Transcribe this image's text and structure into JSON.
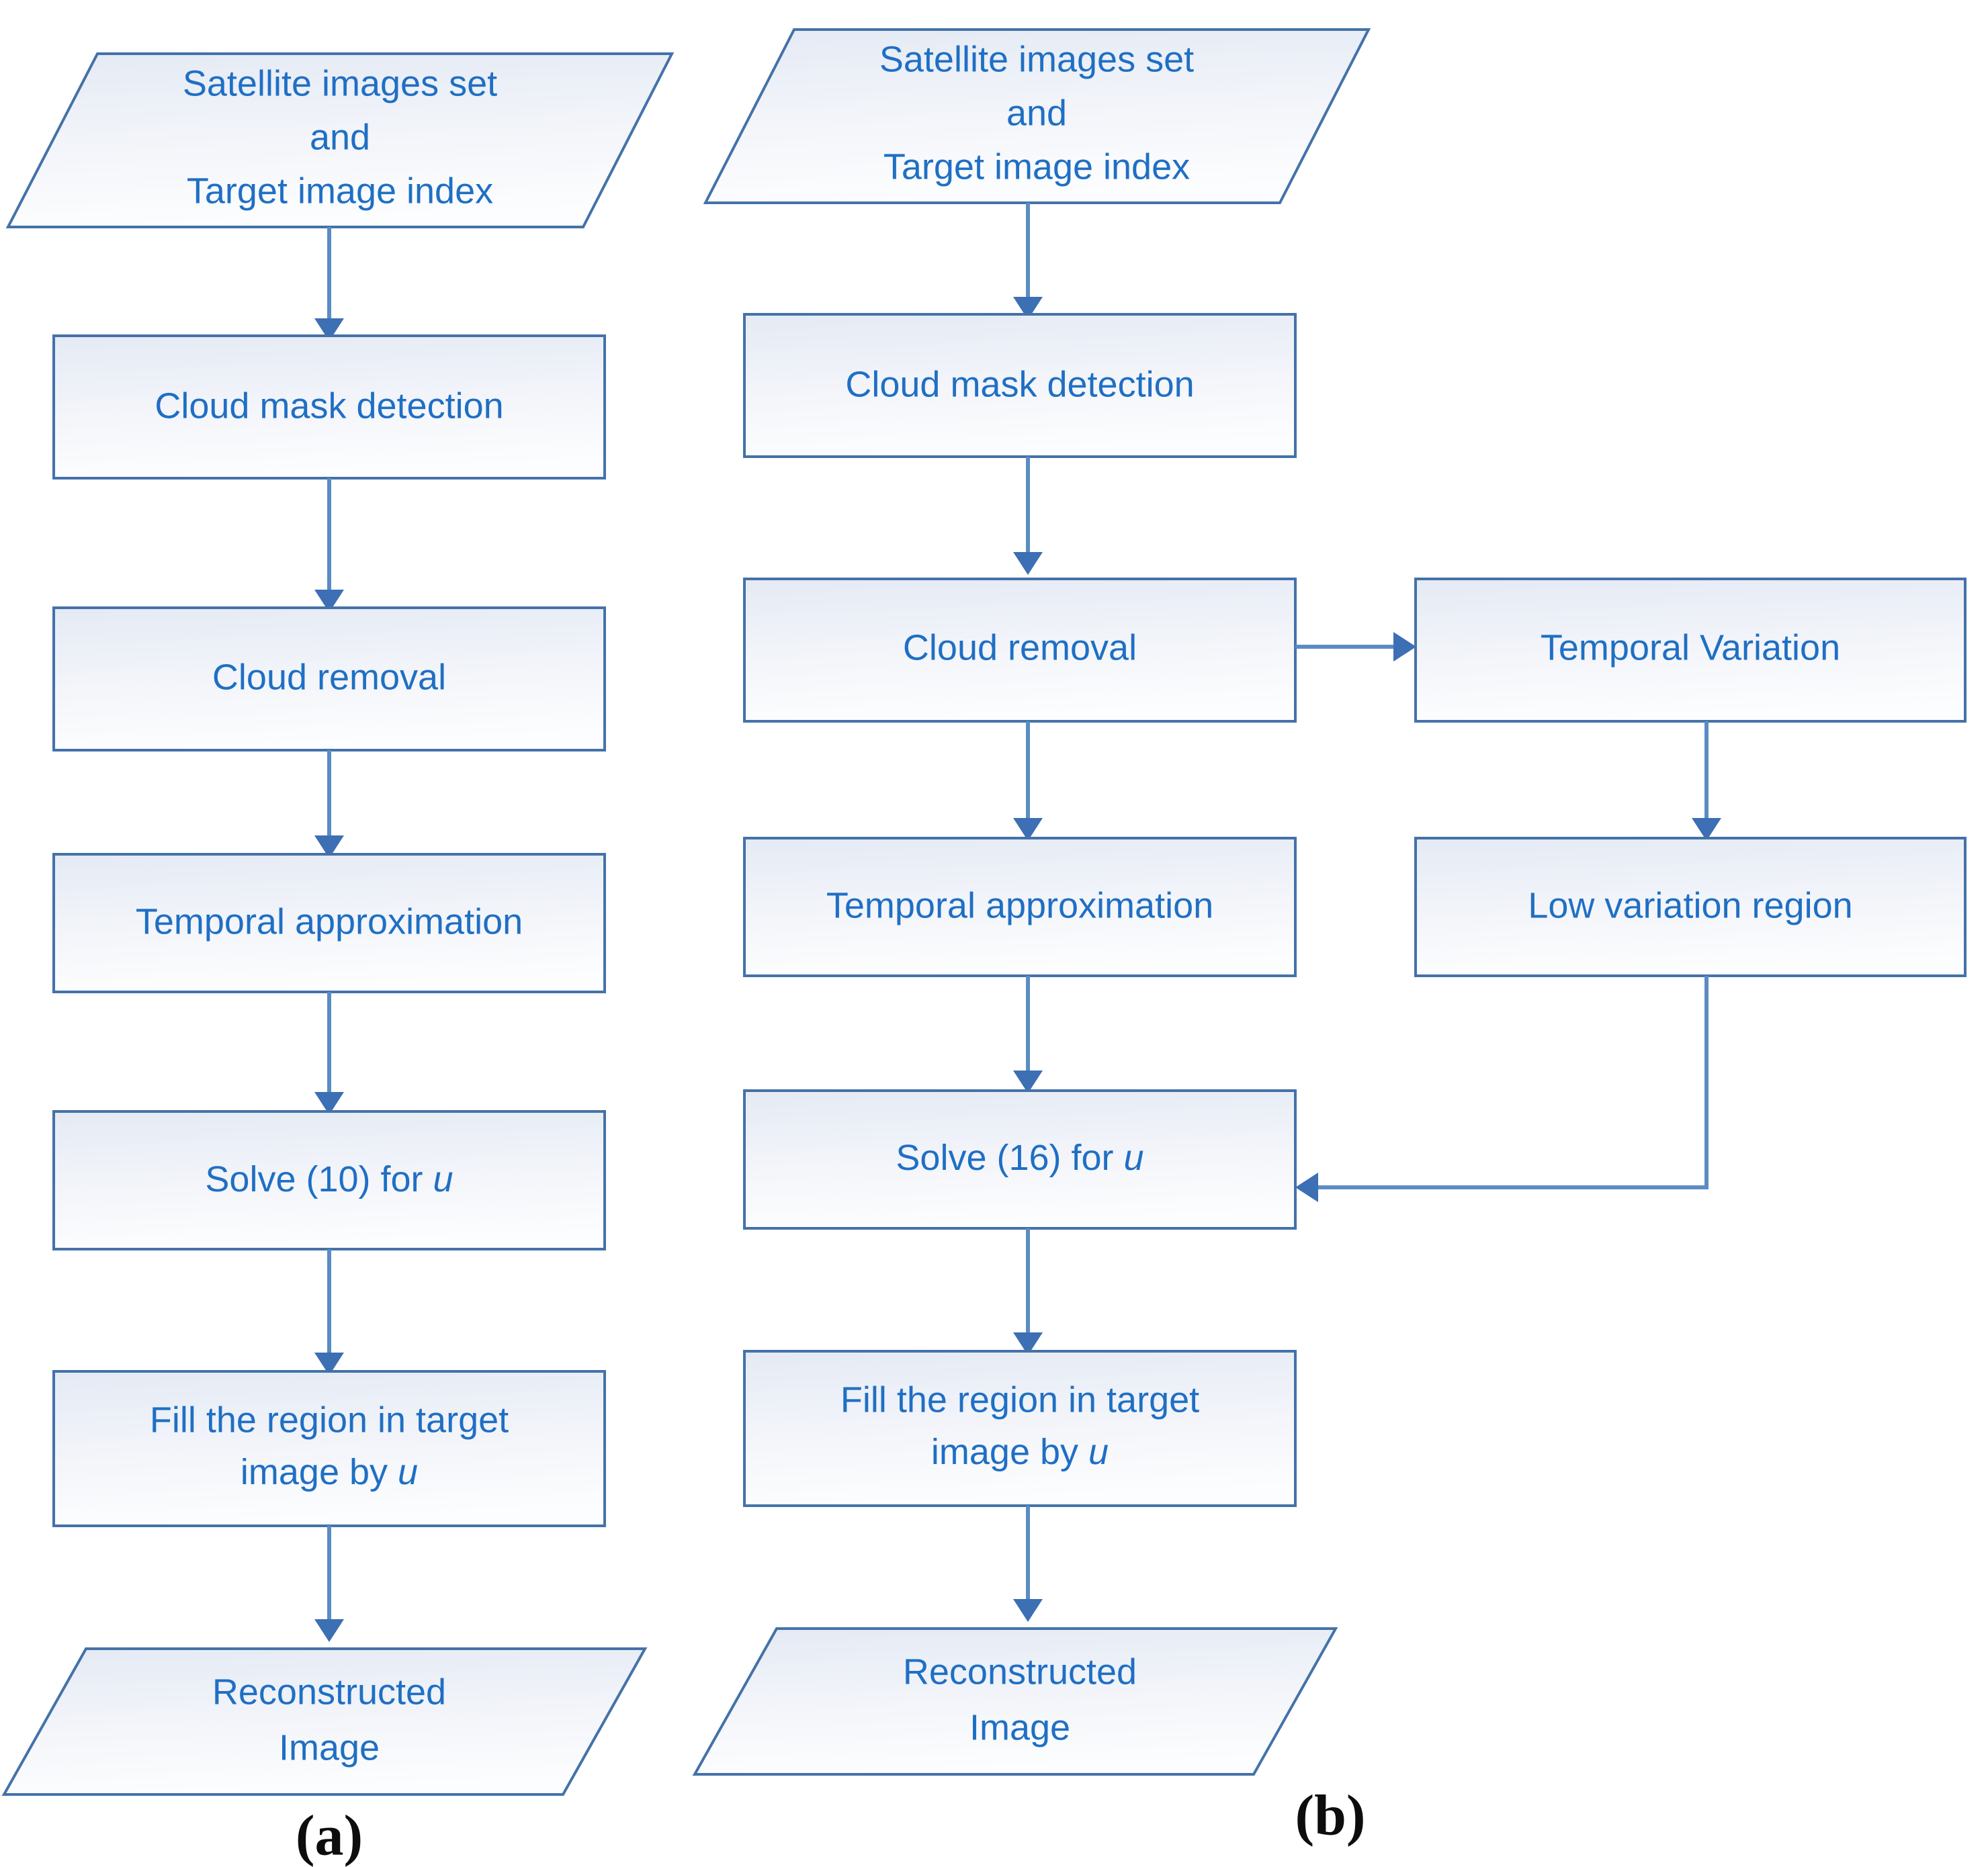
{
  "figure": {
    "type": "flowchart",
    "panels": [
      {
        "id": "panel-a",
        "label": "(a)",
        "nodes": [
          {
            "id": "a-input",
            "shape": "parallelogram",
            "lines": [
              "Satellite images set",
              "and",
              "Target image index"
            ]
          },
          {
            "id": "a-cmd",
            "shape": "rectangle",
            "lines": [
              "Cloud mask detection"
            ]
          },
          {
            "id": "a-cr",
            "shape": "rectangle",
            "lines": [
              "Cloud removal"
            ]
          },
          {
            "id": "a-ta",
            "shape": "rectangle",
            "lines": [
              "Temporal approximation"
            ]
          },
          {
            "id": "a-solve",
            "shape": "rectangle",
            "lines": [
              "Solve (10) for u"
            ],
            "italic_tail": "u"
          },
          {
            "id": "a-fill",
            "shape": "rectangle",
            "lines": [
              "Fill the region in target",
              "image by u"
            ],
            "italic_tail": "u"
          },
          {
            "id": "a-output",
            "shape": "parallelogram",
            "lines": [
              "Reconstructed",
              "Image"
            ]
          }
        ],
        "edges": [
          {
            "from": "a-input",
            "to": "a-cmd",
            "kind": "vertical"
          },
          {
            "from": "a-cmd",
            "to": "a-cr",
            "kind": "vertical"
          },
          {
            "from": "a-cr",
            "to": "a-ta",
            "kind": "vertical"
          },
          {
            "from": "a-ta",
            "to": "a-solve",
            "kind": "vertical"
          },
          {
            "from": "a-solve",
            "to": "a-fill",
            "kind": "vertical"
          },
          {
            "from": "a-fill",
            "to": "a-output",
            "kind": "vertical"
          }
        ]
      },
      {
        "id": "panel-b",
        "label": "(b)",
        "nodes": [
          {
            "id": "b-input",
            "shape": "parallelogram",
            "lines": [
              "Satellite images set",
              "and",
              "Target image index"
            ]
          },
          {
            "id": "b-cmd",
            "shape": "rectangle",
            "lines": [
              "Cloud mask detection"
            ]
          },
          {
            "id": "b-cr",
            "shape": "rectangle",
            "lines": [
              "Cloud removal"
            ]
          },
          {
            "id": "b-tv",
            "shape": "rectangle",
            "lines": [
              "Temporal Variation"
            ]
          },
          {
            "id": "b-ta",
            "shape": "rectangle",
            "lines": [
              "Temporal approximation"
            ]
          },
          {
            "id": "b-lvr",
            "shape": "rectangle",
            "lines": [
              "Low variation region"
            ]
          },
          {
            "id": "b-solve",
            "shape": "rectangle",
            "lines": [
              "Solve (16) for u"
            ],
            "italic_tail": "u"
          },
          {
            "id": "b-fill",
            "shape": "rectangle",
            "lines": [
              "Fill the region in target",
              "image by u"
            ],
            "italic_tail": "u"
          },
          {
            "id": "b-output",
            "shape": "parallelogram",
            "lines": [
              "Reconstructed",
              "Image"
            ]
          }
        ],
        "edges": [
          {
            "from": "b-input",
            "to": "b-cmd",
            "kind": "vertical"
          },
          {
            "from": "b-cmd",
            "to": "b-cr",
            "kind": "vertical"
          },
          {
            "from": "b-cr",
            "to": "b-ta",
            "kind": "vertical"
          },
          {
            "from": "b-cr",
            "to": "b-tv",
            "kind": "horizontal-right"
          },
          {
            "from": "b-tv",
            "to": "b-lvr",
            "kind": "vertical"
          },
          {
            "from": "b-ta",
            "to": "b-solve",
            "kind": "vertical"
          },
          {
            "from": "b-lvr",
            "to": "b-solve",
            "kind": "elbow-down-left"
          },
          {
            "from": "b-solve",
            "to": "b-fill",
            "kind": "vertical"
          },
          {
            "from": "b-fill",
            "to": "b-output",
            "kind": "vertical"
          }
        ]
      }
    ]
  },
  "text": {
    "satellite_images_set": "Satellite images set",
    "and": "and",
    "target_image_index": "Target image index",
    "cloud_mask_detection": "Cloud mask detection",
    "cloud_removal": "Cloud removal",
    "temporal_approximation": "Temporal approximation",
    "temporal_variation": "Temporal Variation",
    "low_variation_region": "Low variation region",
    "solve_10_for": "Solve (10) for ",
    "solve_16_for": "Solve (16) for ",
    "u_symbol": "u",
    "fill_line1": "Fill the region in target",
    "fill_line2_prefix": "image by ",
    "reconstructed": "Reconstructed",
    "image": "Image",
    "label_a": "(a)",
    "label_b": "(b)"
  },
  "colors": {
    "text_blue": "#1F6FC4",
    "border_blue": "#4472A8",
    "connector_blue": "#5B8CC4",
    "arrow_blue": "#3C6FB4",
    "fill_top": "#E6EBF5",
    "fill_bottom": "#FAFBFD",
    "background": "#FFFFFF",
    "label_black": "#0D0D0D"
  }
}
